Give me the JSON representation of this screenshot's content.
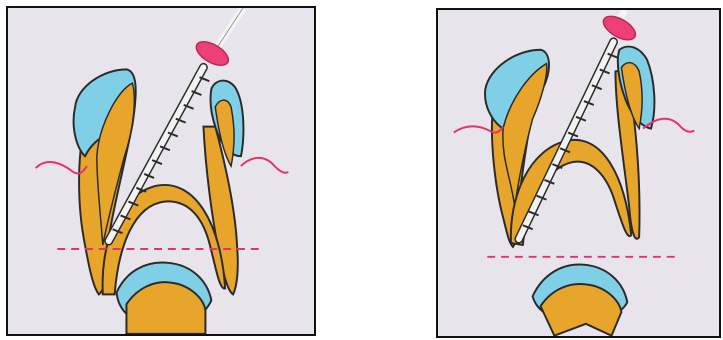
{
  "figure": {
    "panels": [
      {
        "id": "left",
        "description_type": "dental-illustration"
      },
      {
        "id": "right",
        "description_type": "dental-illustration"
      }
    ],
    "colors": {
      "background": "#e7e4ec",
      "dentin": "#e8a52b",
      "enamel": "#7fd0e6",
      "outline": "#2b2b2b",
      "gum_line": "#ea2f6e",
      "reference_line": "#ea2f6e",
      "file_stopper": "#ee3f77",
      "file_shaft": "#f2f2f2",
      "file_handle": "#eeeeee"
    },
    "icons": {
      "instrument": "endodontic-file-icon",
      "stopper": "rubber-stopper-icon",
      "tooth": "tooth-icon",
      "gum": "gingiva-line-icon"
    }
  }
}
